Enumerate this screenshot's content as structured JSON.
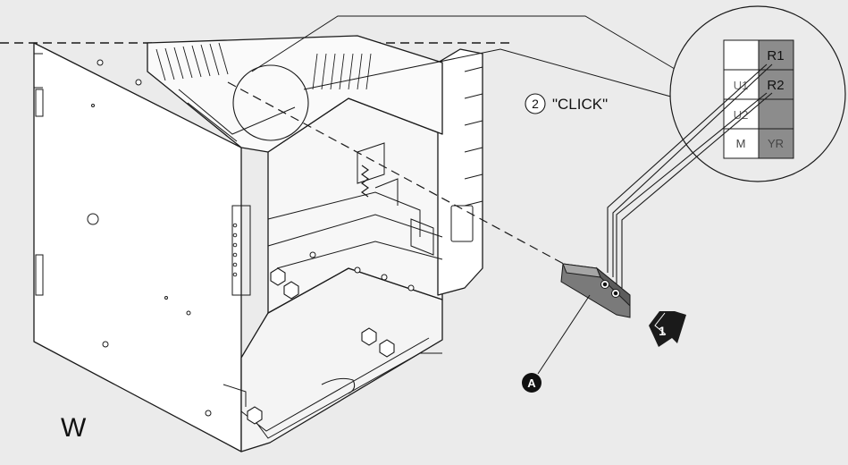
{
  "diagram": {
    "step2_number": "2",
    "step2_text": "\"CLICK\"",
    "step1_number": "1",
    "callout_a": "A",
    "frame_label": "W",
    "terminal_block": {
      "rows": [
        [
          "",
          "R1"
        ],
        [
          "U1",
          "R2"
        ],
        [
          "U2",
          ""
        ],
        [
          "M",
          "YR"
        ]
      ]
    }
  },
  "colors": {
    "background": "#ebebeb",
    "line": "#1a1a1a",
    "highlight": "#8c8c8c",
    "white": "#ffffff",
    "black": "#111111"
  }
}
